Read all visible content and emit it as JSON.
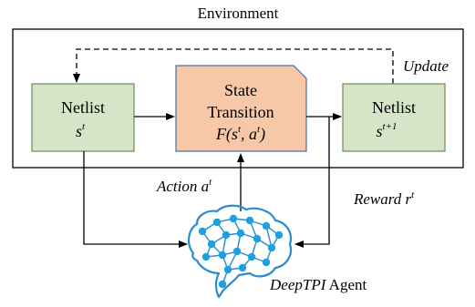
{
  "environment": {
    "label": "Environment"
  },
  "netlist_left": {
    "title": "Netlist",
    "state_base": "s",
    "state_sup": "t"
  },
  "state_transition": {
    "line1": "State",
    "line2": "Transition",
    "func_prefix": "F(s",
    "func_sup1": "t",
    "func_mid": ", a",
    "func_sup2": "t",
    "func_suffix": ")"
  },
  "netlist_right": {
    "title": "Netlist",
    "state_base": "s",
    "state_sup": "t+1"
  },
  "update": {
    "label": "Update"
  },
  "action": {
    "label_base": "Action a",
    "label_sup": "t"
  },
  "reward": {
    "label_base": "Reward r",
    "label_sup": "t"
  },
  "agent": {
    "name_italic": "DeepTPI",
    "name_rest": " Agent"
  },
  "colors": {
    "netlist_fill": "#d6e5c7",
    "netlist_stroke": "#6f8a55",
    "transition_fill": "#f7c8a8",
    "transition_stroke": "#4a6fa5",
    "brain_node": "#1e9fe0",
    "brain_edge": "#2a8ccf"
  },
  "icons": {
    "agent": "brain-network-icon"
  }
}
